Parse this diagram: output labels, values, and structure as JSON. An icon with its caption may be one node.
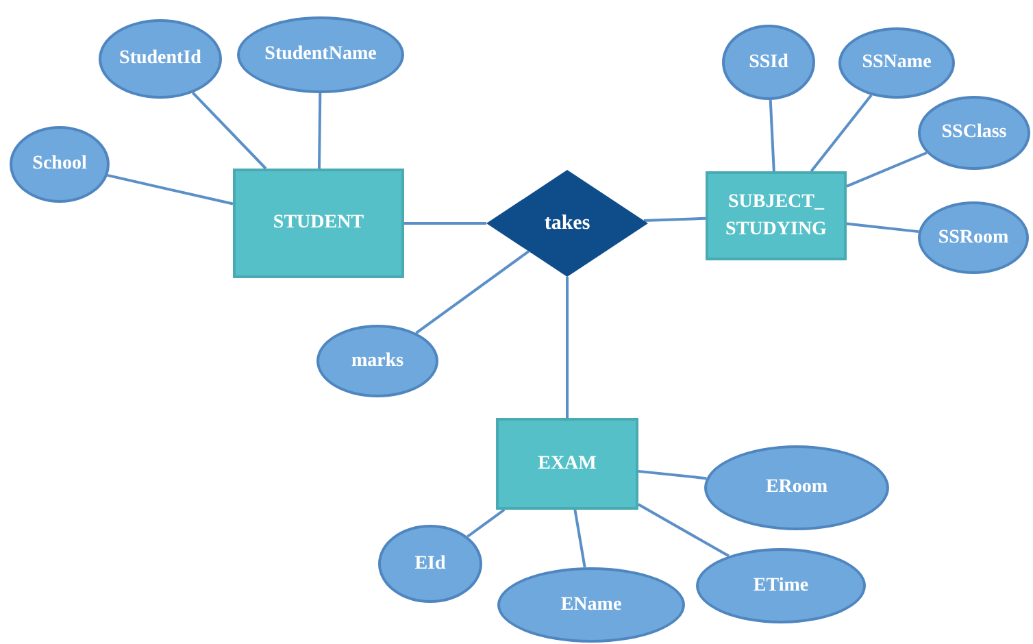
{
  "diagram": {
    "nodes": [
      {
        "text": [
          "STUDENT"
        ]
      },
      {
        "text": [
          "takes"
        ]
      },
      {
        "text": [
          "SUBJECT_ STUDYING"
        ]
      },
      {
        "text": [
          "EXAM"
        ]
      },
      {
        "text": [
          "School"
        ]
      },
      {
        "text": [
          "StudentId"
        ]
      },
      {
        "text": [
          "StudentName"
        ]
      },
      {
        "text": [
          "marks"
        ]
      },
      {
        "text": [
          "SSId"
        ]
      },
      {
        "text": [
          "SSName"
        ]
      },
      {
        "text": [
          "SSClass"
        ]
      },
      {
        "text": [
          "SSRoom"
        ]
      },
      {
        "text": [
          "ERoom"
        ]
      },
      {
        "text": [
          "EId"
        ]
      },
      {
        "text": [
          "EName"
        ]
      },
      {
        "text": [
          "ETime"
        ]
      }
    ],
    "edges": [
      {
        "from": 0,
        "to": 1,
        "arrow": "none"
      },
      {
        "from": 1,
        "to": 2,
        "arrow": "none"
      },
      {
        "from": 1,
        "to": 3,
        "arrow": "none"
      },
      {
        "from": 1,
        "to": 7,
        "arrow": "none"
      },
      {
        "from": 0,
        "to": 4,
        "arrow": "none"
      },
      {
        "from": 0,
        "to": 5,
        "arrow": "none"
      },
      {
        "from": 0,
        "to": 6,
        "arrow": "none"
      },
      {
        "from": 2,
        "to": 8,
        "arrow": "none"
      },
      {
        "from": 2,
        "to": 9,
        "arrow": "none"
      },
      {
        "from": 2,
        "to": 10,
        "arrow": "none"
      },
      {
        "from": 2,
        "to": 11,
        "arrow": "none"
      },
      {
        "from": 3,
        "to": 12,
        "arrow": "none"
      },
      {
        "from": 3,
        "to": 13,
        "arrow": "none"
      },
      {
        "from": 3,
        "to": 14,
        "arrow": "none"
      },
      {
        "from": 3,
        "to": 15,
        "arrow": "none"
      }
    ]
  }
}
